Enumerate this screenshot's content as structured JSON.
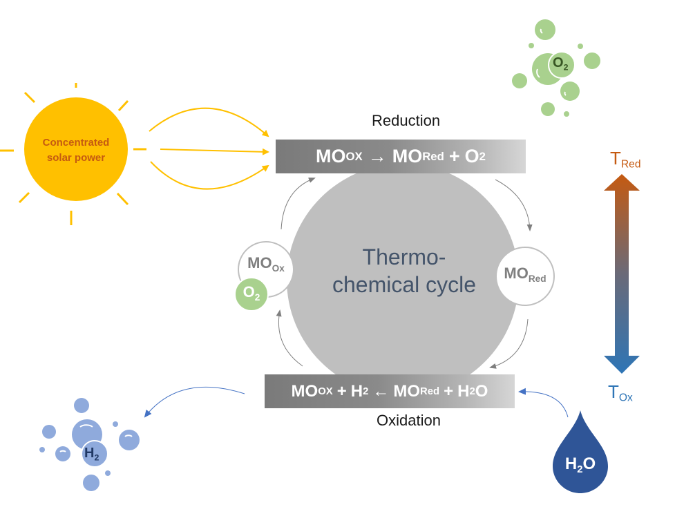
{
  "colors": {
    "sun": "#ffc000",
    "sun_text": "#c55a11",
    "arrow_solar": "#ffc000",
    "cycle_circle": "#bfbfbf",
    "cycle_text": "#44546a",
    "o2_bubbles": "#a9d18e",
    "o2_text": "#375623",
    "h2_bubbles": "#8faadc",
    "h2_text": "#203864",
    "water_drop": "#2f5597",
    "t_red": "#c55a11",
    "t_ox": "#2e75b6",
    "mo_text": "#7f7f7f",
    "arrow_gray": "#7f7f7f",
    "arrow_blue": "#4472c4"
  },
  "sun": {
    "line1": "Concentrated",
    "line2": "solar power"
  },
  "reduction": {
    "label": "Reduction",
    "eq": {
      "r1": "MO",
      "r1_sub": "OX",
      "arrow": "→",
      "p1": "MO",
      "p1_sub": "Red",
      "plus": "+",
      "p2": "O",
      "p2_sub": "2"
    }
  },
  "oxidation": {
    "label": "Oxidation",
    "eq": {
      "a1": "MO",
      "a1_sub": "OX",
      "plus1": "+",
      "a2": "H",
      "a2_sub": "2",
      "arrow": "←",
      "b1": "MO",
      "b1_sub": "Red",
      "plus2": "+",
      "b2": "H",
      "b2_sub": "2",
      "b2_tail": "O"
    }
  },
  "cycle": {
    "line1": "Thermo-",
    "line2": "chemical cycle"
  },
  "mo_ox": {
    "main": "MO",
    "sub": "Ox"
  },
  "mo_red": {
    "main": "MO",
    "sub": "Red"
  },
  "o2_badge": {
    "main": "O",
    "sub": "2"
  },
  "o2_cluster": {
    "main": "O",
    "sub": "2"
  },
  "h2_cluster": {
    "main": "H",
    "sub": "2"
  },
  "water": {
    "main": "H",
    "sub": "2",
    "tail": "O"
  },
  "temperature": {
    "top": {
      "main": "T",
      "sub": "Red"
    },
    "bottom": {
      "main": "T",
      "sub": "Ox"
    }
  }
}
